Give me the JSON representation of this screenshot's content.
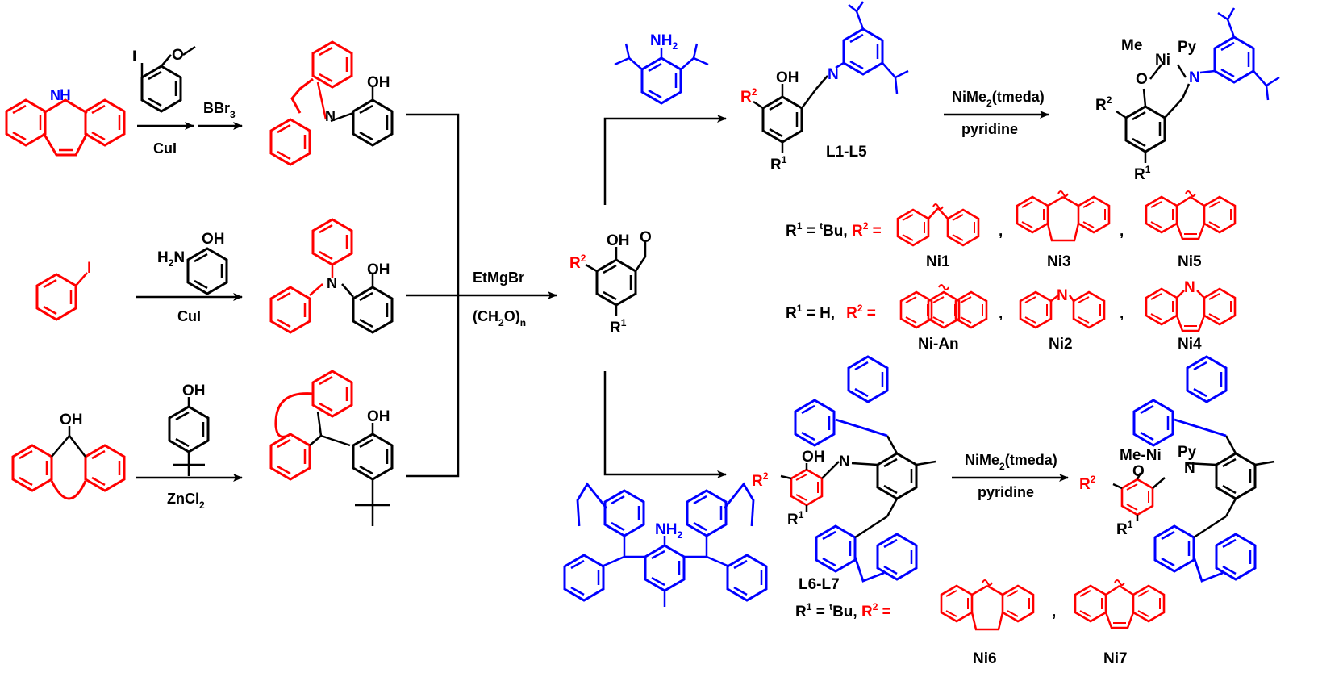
{
  "reagents": {
    "r1_top": "BBr",
    "r1_top_sub": "3",
    "r1_bottom": "CuI",
    "r2_bottom": "CuI",
    "r3_bottom": "ZnCl",
    "r3_bottom_sub": "2",
    "center_top": "EtMgBr",
    "center_bottom_a": "(CH",
    "center_bottom_sub1": "2",
    "center_bottom_b": "O)",
    "center_bottom_sub2": "n",
    "ni_top_a": "NiMe",
    "ni_top_sub": "2",
    "ni_top_b": "(tmeda)",
    "ni_bottom": "pyridine",
    "ni2_top_a": "NiMe",
    "ni2_top_sub": "2",
    "ni2_top_b": "(tmeda)",
    "ni2_bottom": "pyridine"
  },
  "atoms": {
    "nh": "H",
    "n": "N",
    "oh": "OH",
    "o_me": "O",
    "iodo": "I",
    "h2n": "H",
    "h2n_sub": "2",
    "h2n_n": "N",
    "nh2": "NH",
    "nh2_sub": "2",
    "o": "O",
    "r": "R",
    "r1_sup": "1",
    "r2_sup": "2",
    "me": "Me",
    "ni": "Ni",
    "py": "Py",
    "me_ni": "Me-Ni",
    "py2": "Py"
  },
  "ligand_labels": {
    "l1": "L1-L5",
    "l2": "L6-L7"
  },
  "substituent_rows": {
    "row1_prefix_a": "R",
    "row1_prefix_sup": "1",
    "row1_prefix_b": " = ",
    "row1_prefix_tsup": "t",
    "row1_prefix_c": "Bu, ",
    "row1_r2": "R",
    "row1_r2_sup": "2",
    "row1_eq": " =",
    "row2_prefix_a": "R",
    "row2_prefix_sup": "1",
    "row2_prefix_b": " = H,",
    "row2_r2": "R",
    "row2_r2_sup": "2",
    "row2_eq": " =",
    "row3_prefix_a": "R",
    "row3_prefix_sup": "1",
    "row3_prefix_b": " = ",
    "row3_prefix_tsup": "t",
    "row3_prefix_c": "Bu, ",
    "row3_r2": "R",
    "row3_r2_sup": "2",
    "row3_eq": " =",
    "comma": ","
  },
  "catalysts": {
    "ni1": "Ni1",
    "ni3": "Ni3",
    "ni5": "Ni5",
    "nian": "Ni-An",
    "ni2": "Ni2",
    "ni4": "Ni4",
    "ni6": "Ni6",
    "ni7": "Ni7"
  },
  "colors": {
    "precursor": "#ff0000",
    "amine": "#0000ff",
    "bonds": "#000000"
  }
}
